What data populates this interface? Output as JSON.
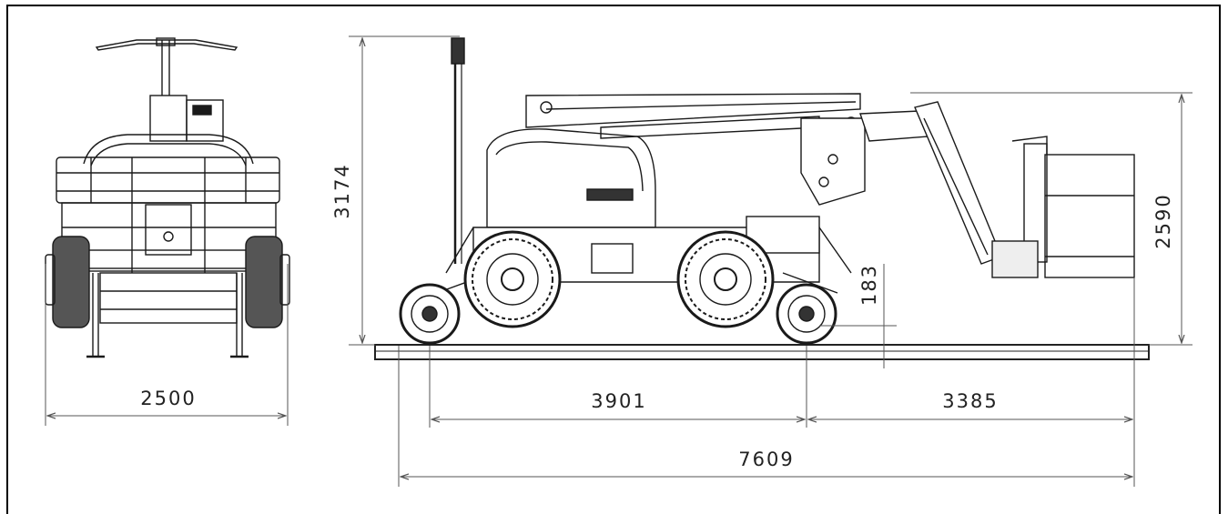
{
  "dimensions": {
    "front_width": "2500",
    "total_height": "3174",
    "platform_height": "2590",
    "ground_clearance": "183",
    "wheelbase": "3901",
    "overhang": "3385",
    "overall_length": "7609"
  },
  "colors": {
    "line": "#1a1a1a",
    "dim_line": "#555555",
    "ground": "#222222"
  }
}
